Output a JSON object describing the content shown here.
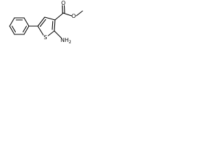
{
  "molecule": {
    "atoms": {
      "oxygen_carbonyl": "O",
      "oxygen_ester": "O",
      "sulfur": "S",
      "amine": "NH",
      "amine_subscript": "2"
    },
    "colors": {
      "bond": "#000000",
      "text": "#000000",
      "background": "#ffffff"
    }
  }
}
